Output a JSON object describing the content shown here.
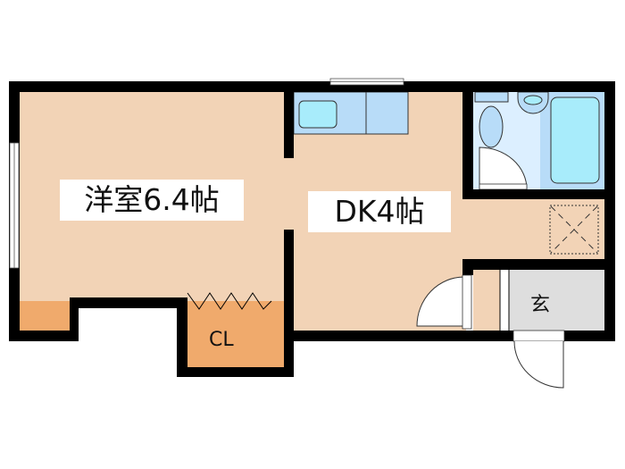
{
  "rooms": {
    "western_room": "洋室6.4帖",
    "dining_kitchen": "DK4帖",
    "closet": "CL",
    "entrance": "玄"
  },
  "colors": {
    "floor": "#f2d3b6",
    "closet": "#f0aa6c",
    "wall": "#000000",
    "wet_area": "#dcefff",
    "fixture": "#b8dcf8",
    "bathtub": "#a8ecfb",
    "entrance": "#dedede"
  }
}
